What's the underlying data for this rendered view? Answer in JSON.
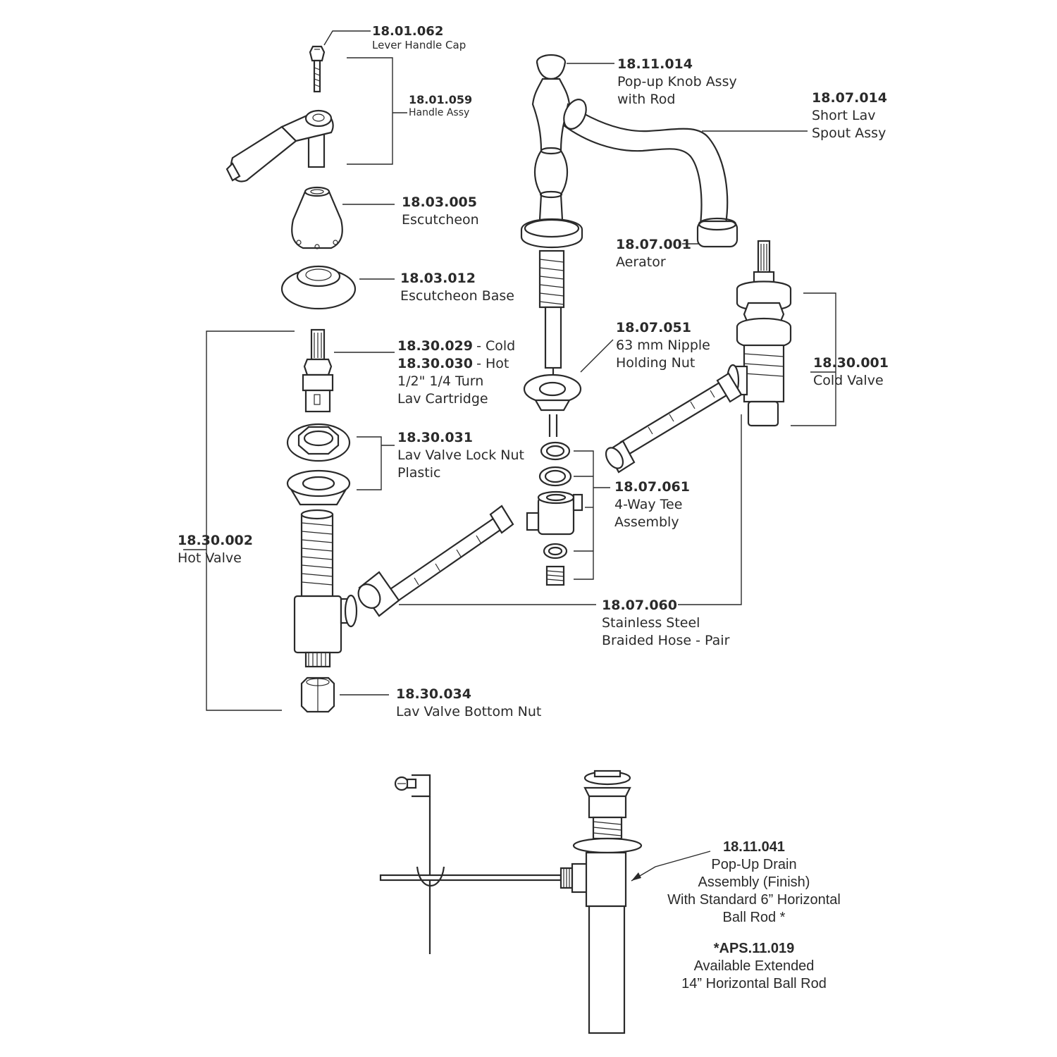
{
  "parts": {
    "lever_handle_cap": {
      "code": "18.01.062",
      "name": "Lever Handle Cap"
    },
    "handle_assy": {
      "code": "18.01.059",
      "name": "Handle Assy"
    },
    "escutcheon": {
      "code": "18.03.005",
      "name": "Escutcheon"
    },
    "escutcheon_base": {
      "code": "18.03.012",
      "name": "Escutcheon Base"
    },
    "cartridge": {
      "code_cold": "18.30.029",
      "suffix_cold": "- Cold",
      "code_hot": "18.30.030",
      "suffix_hot": "- Hot",
      "line1": "1/2\" 1/4 Turn",
      "line2": "Lav Cartridge"
    },
    "lock_nut": {
      "code": "18.30.031",
      "line1": "Lav Valve Lock Nut",
      "line2": "Plastic"
    },
    "hot_valve": {
      "code": "18.30.002",
      "name": "Hot Valve"
    },
    "bottom_nut": {
      "code": "18.30.034",
      "name": "Lav Valve Bottom Nut"
    },
    "popup_knob": {
      "code": "18.11.014",
      "line1": "Pop-up Knob Assy",
      "line2": "with Rod"
    },
    "spout": {
      "code": "18.07.014",
      "line1": "Short Lav",
      "line2": "Spout Assy"
    },
    "aerator": {
      "code": "18.07.001",
      "name": "Aerator"
    },
    "nipple_nut": {
      "code": "18.07.051",
      "line1": "63 mm Nipple",
      "line2": "Holding Nut"
    },
    "cold_valve": {
      "code": "18.30.001",
      "name": "Cold Valve"
    },
    "tee": {
      "code": "18.07.061",
      "line1": "4-Way Tee",
      "line2": "Assembly"
    },
    "hose": {
      "code": "18.07.060",
      "line1": "Stainless Steel",
      "line2": "Braided Hose - Pair"
    }
  },
  "drain": {
    "code": "18.11.041",
    "line1": "Pop-Up Drain",
    "line2": "Assembly (Finish)",
    "line3": "With Standard 6” Horizontal",
    "line4": "Ball Rod *",
    "ext_code": "*APS.11.019",
    "ext_line1": "Available Extended",
    "ext_line2": "14” Horizontal Ball Rod"
  }
}
